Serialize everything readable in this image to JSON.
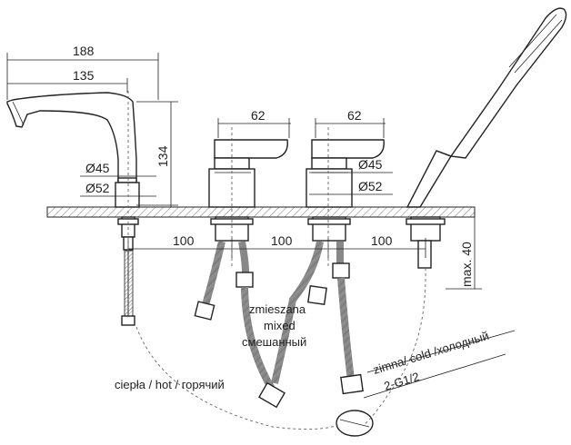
{
  "drawing": {
    "dimensions": {
      "spout_overall": "188",
      "spout_reach": "135",
      "spout_height": "134",
      "handle_width_left": "62",
      "handle_width_right": "62",
      "spout_dia_45": "Ø45",
      "spout_dia_52": "Ø52",
      "handle_dia_45": "Ø45",
      "handle_dia_52": "Ø52",
      "spacing_1": "100",
      "spacing_2": "100",
      "spacing_3": "100",
      "max_thickness": "max. 40",
      "thread": "2-G1/2"
    },
    "labels": {
      "mixed_pl": "zmieszana",
      "mixed_en": "mixed",
      "mixed_ru": "смешанный",
      "hot": "ciepła / hot / горячий",
      "cold": "zimna/ cold /холодный"
    }
  }
}
